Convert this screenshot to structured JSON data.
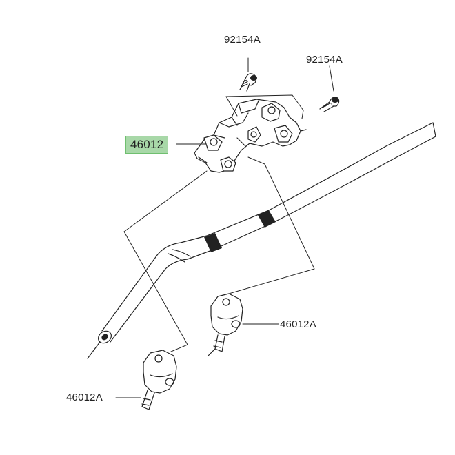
{
  "diagram": {
    "labels": {
      "bolt_left": "92154A",
      "bolt_right": "92154A",
      "upper_clamp": "46012",
      "lower_holder_right": "46012A",
      "lower_holder_left": "46012A"
    },
    "colors": {
      "line": "#222222",
      "highlight_fill": "#a8d8a8",
      "background": "#ffffff"
    }
  }
}
